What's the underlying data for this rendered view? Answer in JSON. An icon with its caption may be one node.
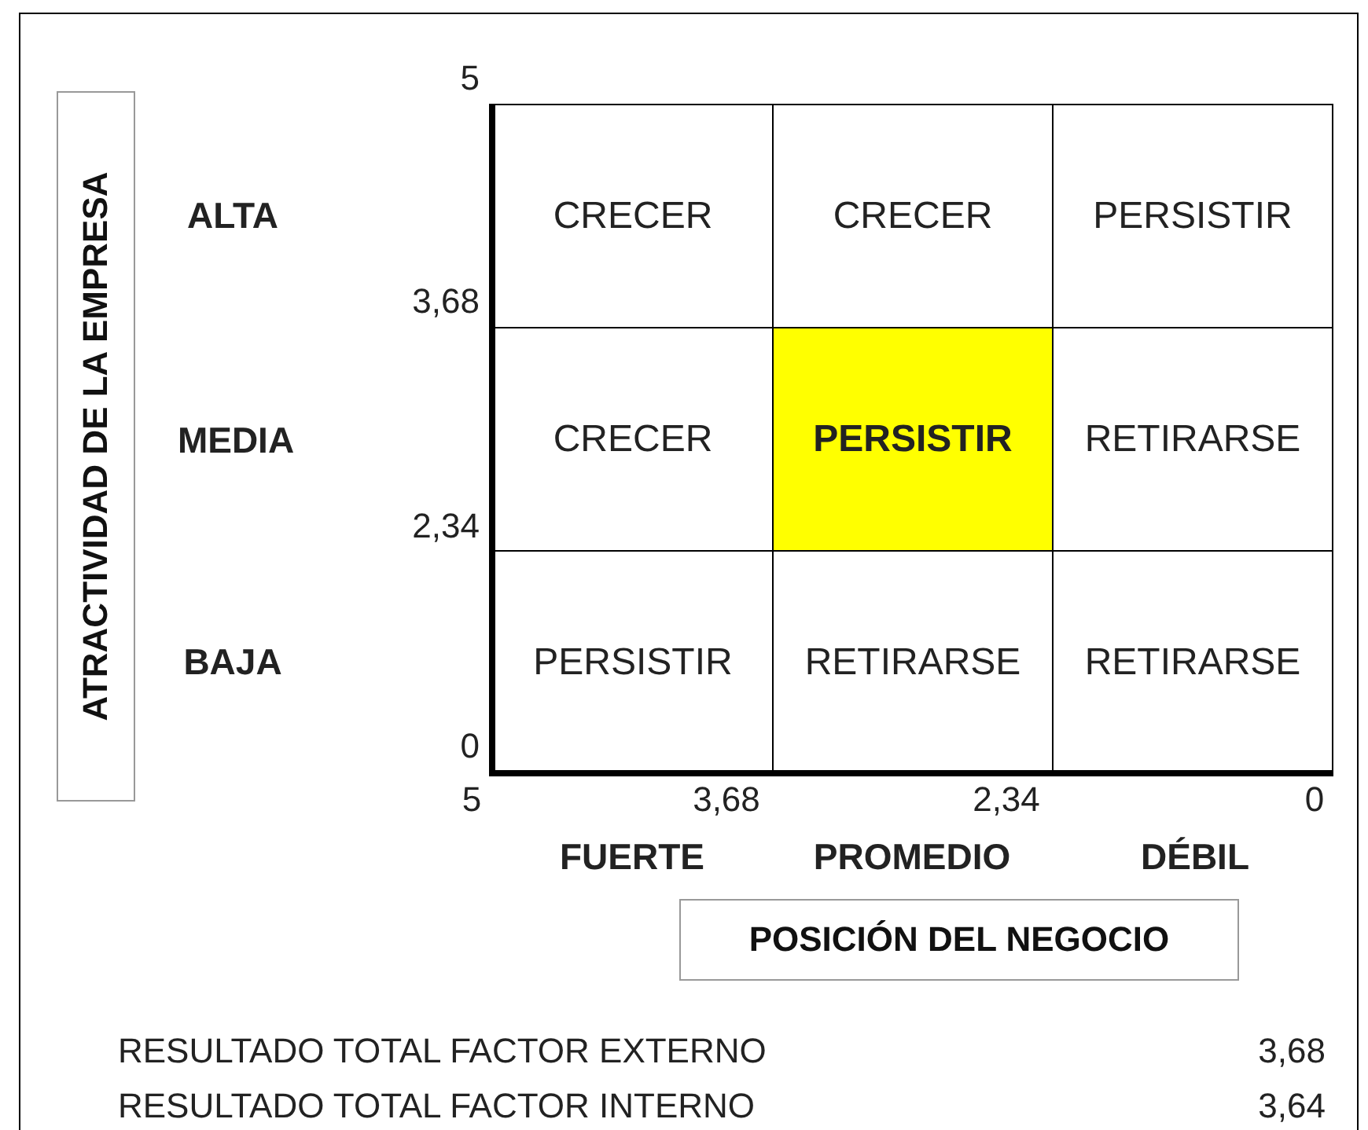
{
  "diagram": {
    "nodes": [
      {
        "text": [
          "ATRACTIVIDAD DE LA EMPRESA"
        ]
      },
      {
        "text": [
          "CRECER"
        ]
      },
      {
        "text": [
          "CRECER"
        ]
      },
      {
        "text": [
          "PERSISTIR"
        ]
      },
      {
        "text": [
          "CRECER"
        ]
      },
      {
        "text": [
          "PERSISTIR"
        ]
      },
      {
        "text": [
          "RETIRARSE"
        ]
      },
      {
        "text": [
          "PERSISTIR"
        ]
      },
      {
        "text": [
          "RETIRARSE"
        ]
      },
      {
        "text": [
          "RETIRARSE"
        ]
      },
      {
        "text": [
          "POSICIÓN DEL NEGOCIO"
        ]
      }
    ],
    "labels": [
      "5",
      "ALTA",
      "3,68",
      "MEDIA",
      "2,34",
      "BAJA",
      "0",
      "5",
      "3,68",
      "2,34",
      "0",
      "FUERTE",
      "PROMEDIO",
      "DÉBIL",
      "RESULTADO TOTAL FACTOR EXTERNO",
      "3,68",
      "RESULTADO TOTAL FACTOR INTERNO",
      "3,64"
    ]
  }
}
